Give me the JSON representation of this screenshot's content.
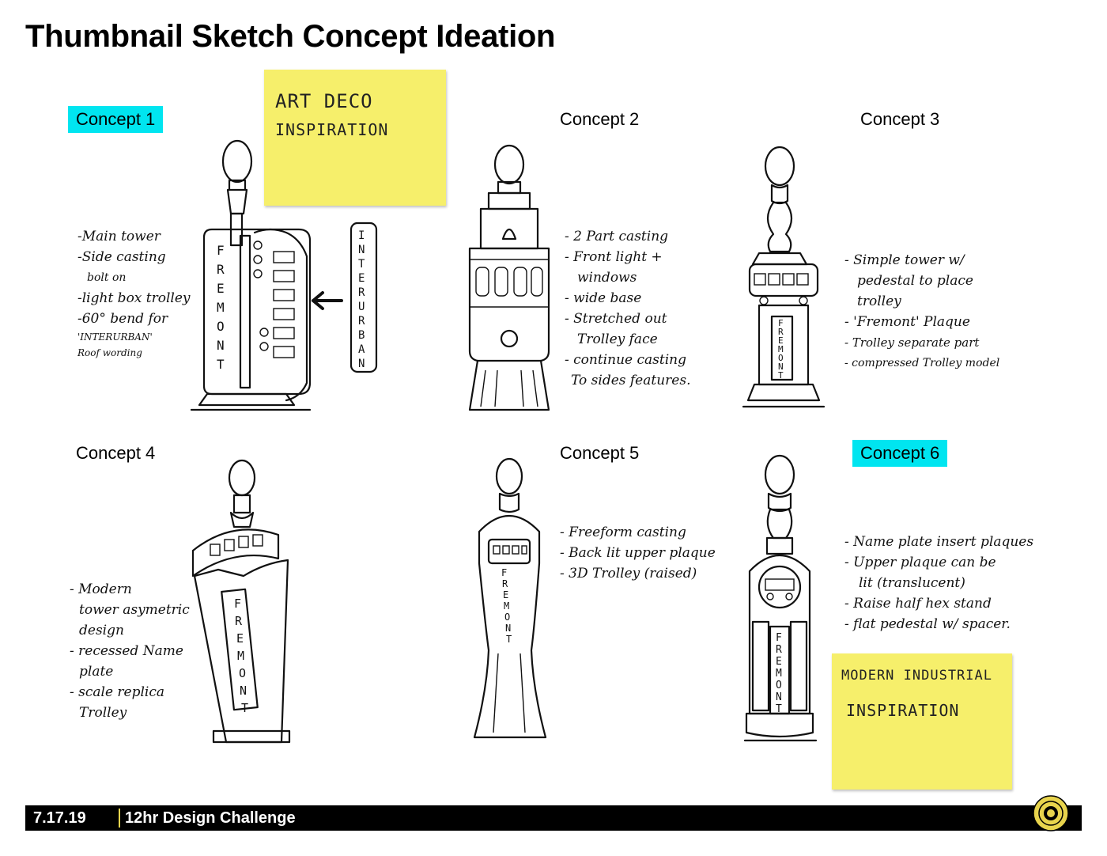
{
  "page": {
    "title": "Thumbnail Sketch Concept Ideation"
  },
  "concepts": [
    {
      "label": "Concept 1",
      "highlighted": true
    },
    {
      "label": "Concept 2",
      "highlighted": false
    },
    {
      "label": "Concept 3",
      "highlighted": false
    },
    {
      "label": "Concept 4",
      "highlighted": false
    },
    {
      "label": "Concept 5",
      "highlighted": false
    },
    {
      "label": "Concept 6",
      "highlighted": true
    }
  ],
  "notes": {
    "c1": [
      "-Main tower",
      "-Side casting",
      "bolt on",
      "-light box trolley",
      "-60° bend for",
      "'INTERURBAN'",
      "Roof wording"
    ],
    "c2": [
      "- 2 Part casting",
      "- Front light +",
      "windows",
      "- wide base",
      "- Stretched out",
      "Trolley face",
      "- continue casting",
      "To sides features."
    ],
    "c3": [
      "- Simple tower w/",
      "pedestal to place",
      "trolley",
      "- 'Fremont' Plaque",
      "- Trolley separate part",
      "- compressed Trolley model"
    ],
    "c4": [
      "- Modern",
      "tower asymetric",
      "design",
      "- recessed Name",
      "plate",
      "- scale replica",
      "Trolley"
    ],
    "c5": [
      "- Freeform casting",
      "- Back lit upper plaque",
      "- 3D Trolley (raised)"
    ],
    "c6": [
      "- Name plate insert plaques",
      "- Upper plaque can be",
      "lit (translucent)",
      "- Raise half hex stand",
      "- flat pedestal w/ spacer."
    ]
  },
  "stickies": {
    "art_deco": [
      "ART DECO",
      "INSPIRATION"
    ],
    "modern": [
      "MODERN INDUSTRIAL",
      "INSPIRATION"
    ]
  },
  "sketch_text": {
    "fremont": "FREMONT",
    "interurban": "INTERURBAN"
  },
  "footer": {
    "date": "7.17.19",
    "event": "12hr Design Challenge"
  },
  "colors": {
    "highlight": "#00e5f0",
    "sticky": "#f6ef6b",
    "footer_bg": "#000000",
    "footer_text": "#ffffff",
    "logo": "#e8d44d"
  }
}
